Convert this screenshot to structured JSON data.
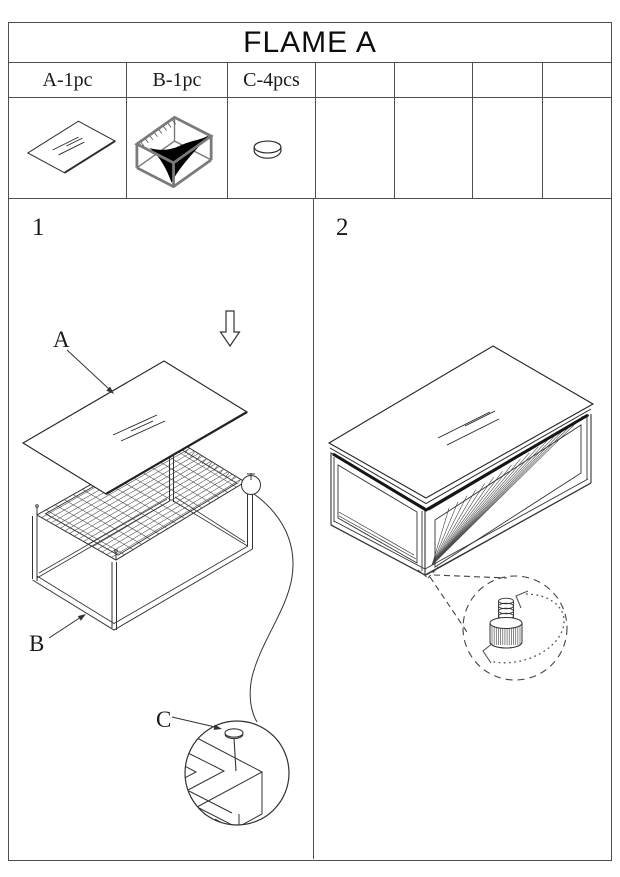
{
  "title": "FLAME A",
  "parts": {
    "columns": [
      {
        "label": "A-1pc",
        "part": "A",
        "icon": "glass-panel-icon"
      },
      {
        "label": "B-1pc",
        "part": "B",
        "icon": "frame-icon"
      },
      {
        "label": "C-4pcs",
        "part": "C",
        "icon": "foot-icon"
      },
      {
        "label": ""
      },
      {
        "label": ""
      },
      {
        "label": ""
      },
      {
        "label": ""
      }
    ]
  },
  "steps": {
    "one": {
      "number": "1",
      "part_a_label": "A",
      "part_b_label": "B",
      "part_c_label": "C"
    },
    "two": {
      "number": "2"
    }
  },
  "colors": {
    "line": "#333333",
    "table_border": "#4f4f4f",
    "frame_gray": "#7a7a7a",
    "flame_black": "#000000"
  }
}
